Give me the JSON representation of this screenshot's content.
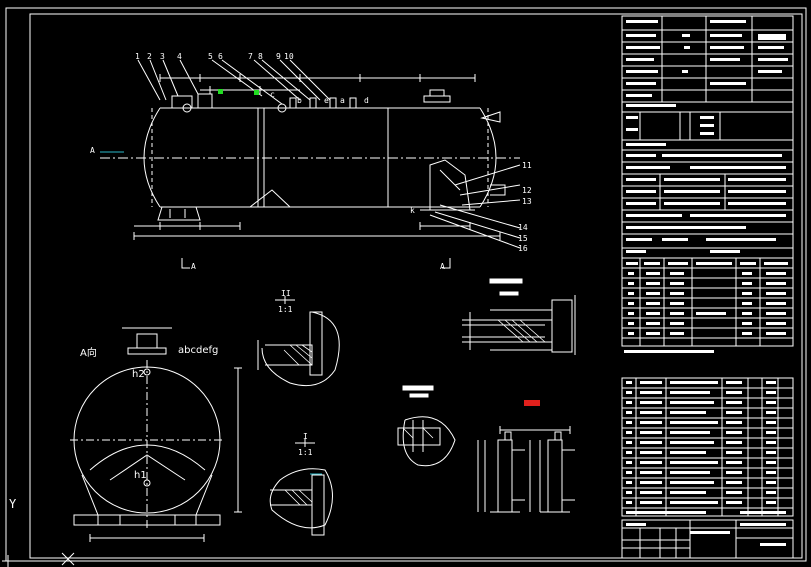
{
  "drawing": {
    "view_direction_a": "A",
    "view_a_title": "A向",
    "nozzle_letters": "abcdefg",
    "nozzle_h1": "h1",
    "nozzle_h2": "h2",
    "detail_i_label": "I",
    "detail_ii_label": "II",
    "detail_scale": "1:1",
    "section_mark": "A",
    "part_numbers_top": [
      "1",
      "2",
      "3",
      "4",
      "5",
      "6",
      "7",
      "8",
      "9",
      "10"
    ],
    "part_numbers_right": [
      "11",
      "12",
      "13",
      "14",
      "15",
      "16"
    ],
    "nozzle_marks": [
      "a",
      "b",
      "c",
      "d",
      "e",
      "k"
    ],
    "axis_y": "Y",
    "axis_x": "X"
  },
  "colors": {
    "background": "#000000",
    "line": "#ffffff",
    "marker_green": "#22dd22",
    "marker_red": "#e0201c",
    "leader_cyan": "#2ab8c8"
  }
}
